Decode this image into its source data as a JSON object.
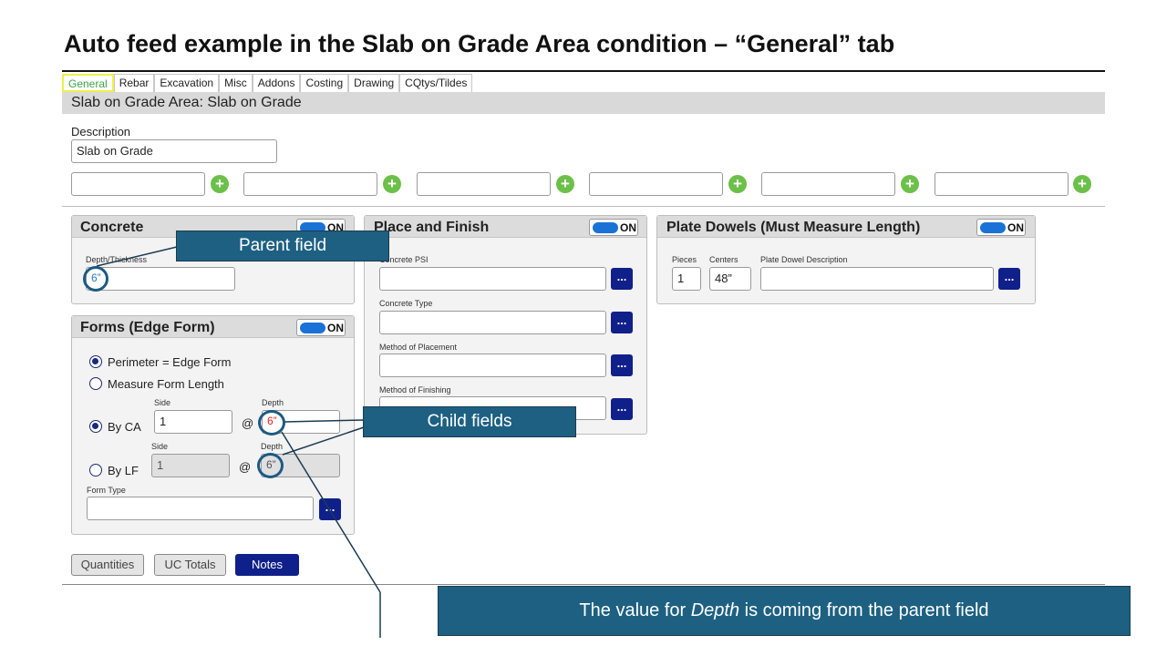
{
  "slide": {
    "title": "Auto feed example in the Slab on Grade Area condition – “General” tab"
  },
  "tabs": [
    {
      "label": "General",
      "active": true
    },
    {
      "label": "Rebar"
    },
    {
      "label": "Excavation"
    },
    {
      "label": "Misc"
    },
    {
      "label": "Addons"
    },
    {
      "label": "Costing"
    },
    {
      "label": "Drawing"
    },
    {
      "label": "CQtys/Tildes"
    }
  ],
  "header": {
    "title": "Slab on Grade Area: Slab on Grade"
  },
  "description": {
    "label": "Description",
    "value": "Slab on Grade"
  },
  "icons": {
    "plus": "plus-circle-icon",
    "ellipsis": "ellipsis-icon"
  },
  "toggle_label": "ON",
  "ellipsis_label": "...",
  "concrete": {
    "title": "Concrete",
    "depth_label": "Depth/Thickness",
    "depth_value": "6”"
  },
  "forms": {
    "title": "Forms (Edge Form)",
    "option_perimeter": "Perimeter = Edge Form",
    "option_measure": "Measure Form Length",
    "side_label": "Side",
    "depth_label": "Depth",
    "by_ca_label": "By CA",
    "by_ca_side": "1",
    "by_ca_depth": "6”",
    "by_lf_label": "By LF",
    "by_lf_side": "1",
    "by_lf_depth": "6”",
    "at_sign": "@",
    "form_type_label": "Form Type",
    "form_type_value": ""
  },
  "place_finish": {
    "title": "Place and Finish",
    "fields": [
      {
        "label": "Concrete PSI",
        "value": ""
      },
      {
        "label": "Concrete Type",
        "value": ""
      },
      {
        "label": "Method of Placement",
        "value": ""
      },
      {
        "label": "Method of Finishing",
        "value": ""
      }
    ]
  },
  "plate_dowels": {
    "title": "Plate Dowels (Must Measure Length)",
    "pieces_label": "Pieces",
    "pieces_value": "1",
    "centers_label": "Centers",
    "centers_value": "48”",
    "desc_label": "Plate Dowel Description",
    "desc_value": ""
  },
  "bottom_buttons": {
    "quantities": "Quantities",
    "uc_totals": "UC Totals",
    "notes": "Notes"
  },
  "callouts": {
    "parent": "Parent field",
    "child": "Child fields",
    "note_prefix": "The value for ",
    "note_italic": "Depth",
    "note_suffix": " is coming from the parent field"
  },
  "colors": {
    "callout_bg": "#1d6082",
    "ring": "#1d5a82",
    "primary_button": "#10208a",
    "toggle_on": "#1a72d6",
    "plus_green": "#6cc04a",
    "active_tab_text": "#3ca445",
    "active_tab_border": "#f0ef4a",
    "child_value": "#dd2222",
    "parent_value": "#2d79b8"
  }
}
